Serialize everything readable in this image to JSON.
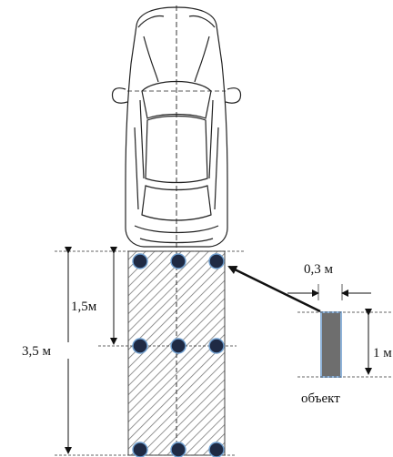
{
  "labels": {
    "total_length": "3,5 м",
    "mid_distance": "1,5м",
    "object_width": "0,3 м",
    "object_height": "1 м",
    "object_caption": "объект"
  },
  "colors": {
    "hatch": "#7a7a7a",
    "point": "#1f2a44",
    "point_outline": "#6f9fd0",
    "object_fill": "#6e6e6e",
    "object_outline": "#8fb3d9",
    "line": "#111111"
  },
  "icons": {
    "vehicle": "car-top-view-icon",
    "arrow": "arrow-icon"
  }
}
